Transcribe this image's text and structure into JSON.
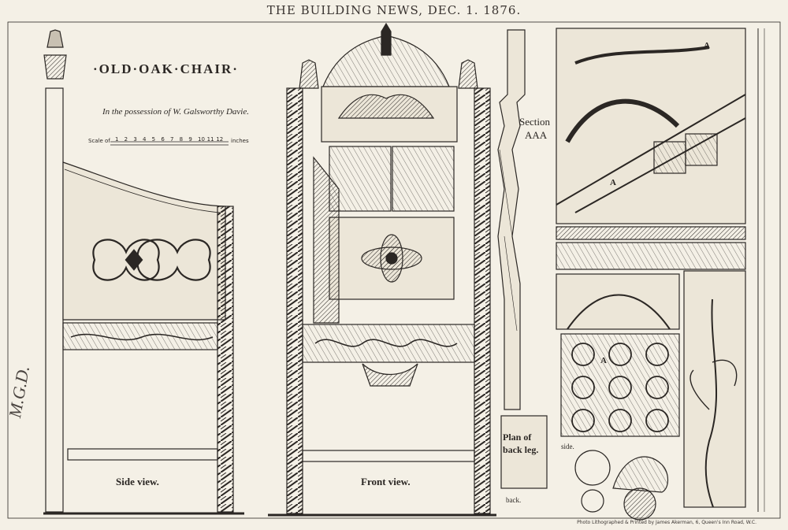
{
  "header": {
    "text": "THE BUILDING NEWS, DEC. 1. 1876."
  },
  "drawing": {
    "title": "·OLD·OAK·CHAIR·",
    "subtitle": "In the possession of W. Galsworthy Davie.",
    "scale": {
      "prefix": "Scale of",
      "suffix": "inches",
      "ticks": [
        "1",
        "2",
        "3",
        "4",
        "5",
        "6",
        "7",
        "8",
        "9",
        "10",
        "11",
        "12"
      ]
    },
    "views": {
      "side": "Side view.",
      "front": "Front view.",
      "section": "Section",
      "section_mark": "AAA",
      "plan_line1": "Plan of",
      "plan_line2": "back leg.",
      "side_label": "side.",
      "back_label": "back."
    },
    "detail_marks": [
      "A",
      "A",
      "A"
    ],
    "signature": "M.G.D.",
    "footer": "Photo Lithographed & Printed by James Akerman, 6, Queen's Inn Road, W.C."
  },
  "colors": {
    "paper": "#f4f0e6",
    "ink": "#2b2724"
  },
  "icons": [
    "finial",
    "twisted-column",
    "scroll-ornament",
    "rosette"
  ]
}
